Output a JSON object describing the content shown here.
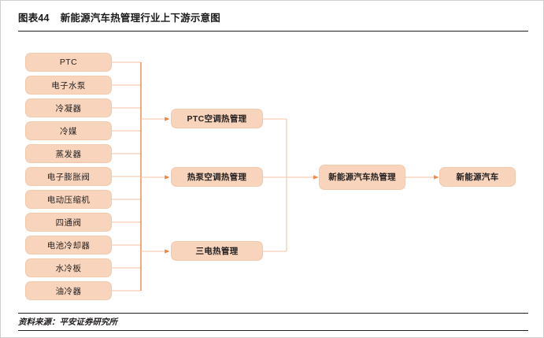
{
  "header": {
    "figure_no": "图表44",
    "title": "新能源汽车热管理行业上下游示意图"
  },
  "footer": {
    "source": "资料来源：平安证券研究所"
  },
  "colors": {
    "node_fill": "#f7d4bb",
    "node_border": "#f3c9ac",
    "connector_light": "#f5cdb3",
    "connector_bus": "#e8894a",
    "rule": "#231f20"
  },
  "diagram": {
    "upstream": [
      {
        "label": "PTC"
      },
      {
        "label": "电子水泵"
      },
      {
        "label": "冷凝器"
      },
      {
        "label": "冷媒"
      },
      {
        "label": "蒸发器"
      },
      {
        "label": "电子膨胀阀"
      },
      {
        "label": "电动压缩机"
      },
      {
        "label": "四通阀"
      },
      {
        "label": "电池冷却器"
      },
      {
        "label": "水冷板"
      },
      {
        "label": "油冷器"
      }
    ],
    "midstream": [
      {
        "label": "PTC空调热管理"
      },
      {
        "label": "热泵空调热管理"
      },
      {
        "label": "三电热管理"
      }
    ],
    "hub": {
      "label": "新能源汽车热管理"
    },
    "downstream": {
      "label": "新能源汽车"
    }
  }
}
